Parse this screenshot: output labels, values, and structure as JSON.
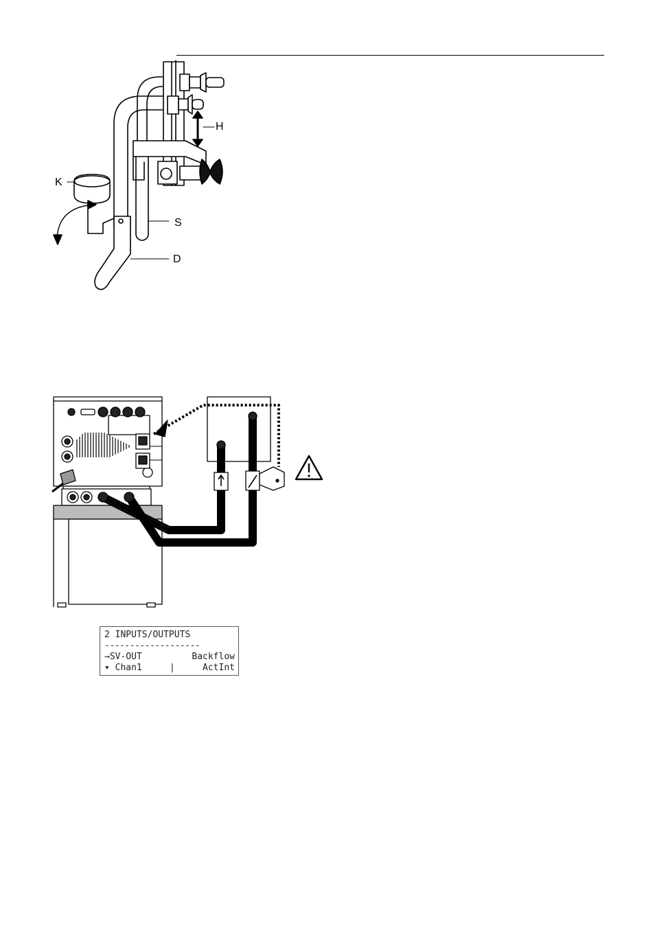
{
  "figure1": {
    "labels": {
      "k": "K",
      "h": "H",
      "s": "S",
      "d": "D"
    }
  },
  "lcd": {
    "line1": "2 INPUTS/OUTPUTS",
    "separator": "-------------------",
    "line3_left": "→SV-OUT",
    "line3_right": "Backflow",
    "line4_left": "▾ Chan1",
    "line4_mid": "|",
    "line4_right": "ActInt"
  },
  "icons": [
    "warning-triangle-icon",
    "flow-direction-arrow-icon"
  ]
}
